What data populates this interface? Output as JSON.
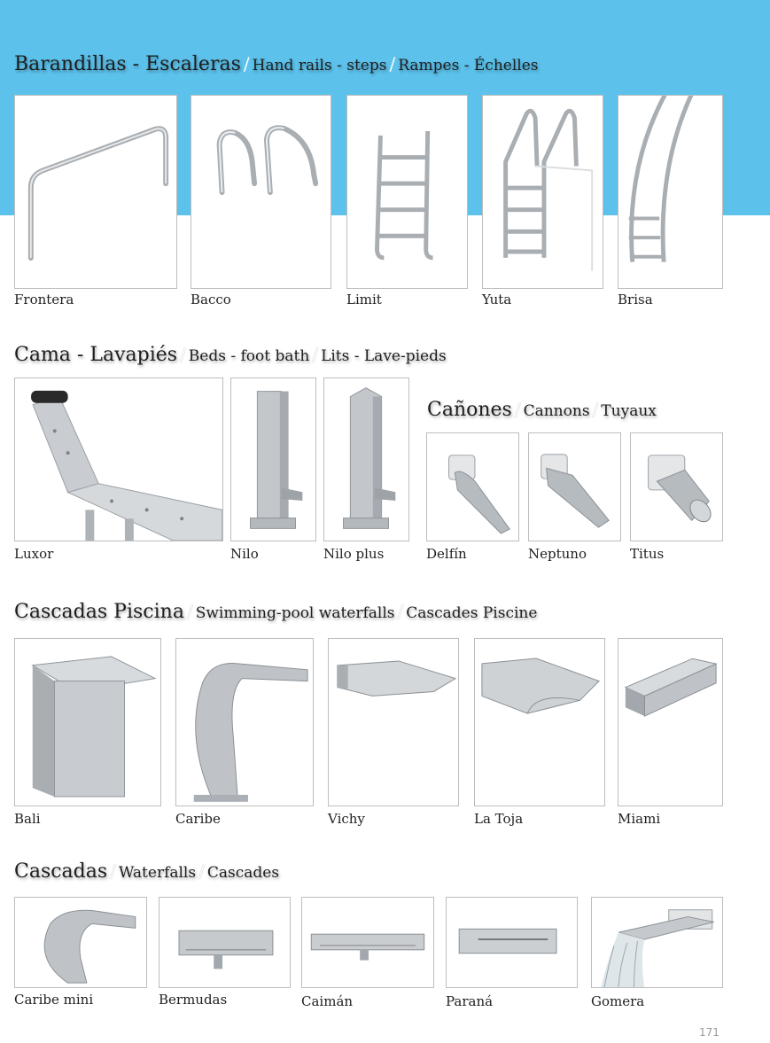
{
  "sections": {
    "rails": {
      "es": "Barandillas - Escaleras",
      "en": "Hand rails - steps",
      "fr": "Rampes  - Échelles"
    },
    "beds": {
      "es": "Cama - Lavapiés",
      "en": "Beds - foot bath",
      "fr": "Lits - Lave-pieds"
    },
    "cannons": {
      "es": "Cañones",
      "en": "Cannons",
      "fr": "Tuyaux"
    },
    "pool_falls": {
      "es": "Cascadas Piscina",
      "en": "Swimming-pool waterfalls",
      "fr": "Cascades Piscine"
    },
    "falls": {
      "es": "Cascadas",
      "en": "Waterfalls",
      "fr": "Cascades"
    },
    "separator": "/"
  },
  "products": {
    "frontera": "Frontera",
    "bacco": "Bacco",
    "limit": "Limit",
    "yuta": "Yuta",
    "brisa": "Brisa",
    "luxor": "Luxor",
    "nilo": "Nilo",
    "nilo_plus": "Nilo plus",
    "delfin": "Delfín",
    "neptuno": "Neptuno",
    "titus": "Titus",
    "bali": "Bali",
    "caribe": "Caribe",
    "vichy": "Vichy",
    "la_toja": "La Toja",
    "miami": "Miami",
    "caribe_mini": "Caribe mini",
    "bermudas": "Bermudas",
    "caiman": "Caimán",
    "parana": "Paraná",
    "gomera": "Gomera"
  },
  "page_number": "171",
  "colors": {
    "band": "#5cc2ec",
    "steel": "#b8bcc0",
    "frame": "#bdbdbd"
  }
}
